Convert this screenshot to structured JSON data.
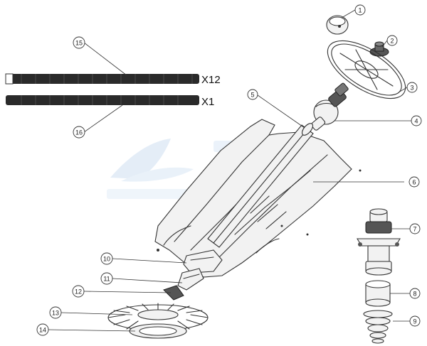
{
  "quantities": {
    "hose_15": "X12",
    "hose_16": "X1"
  },
  "callouts": [
    {
      "id": "1",
      "label": "1"
    },
    {
      "id": "2",
      "label": "2"
    },
    {
      "id": "3",
      "label": "3"
    },
    {
      "id": "4",
      "label": "4"
    },
    {
      "id": "5",
      "label": "5"
    },
    {
      "id": "6",
      "label": "6"
    },
    {
      "id": "7",
      "label": "7"
    },
    {
      "id": "8",
      "label": "8"
    },
    {
      "id": "9",
      "label": "9"
    },
    {
      "id": "10",
      "label": "10"
    },
    {
      "id": "11",
      "label": "11"
    },
    {
      "id": "12",
      "label": "12"
    },
    {
      "id": "13",
      "label": "13"
    },
    {
      "id": "14",
      "label": "14"
    },
    {
      "id": "15",
      "label": "15"
    },
    {
      "id": "16",
      "label": "16"
    }
  ],
  "colors": {
    "line": "#333333",
    "watermark": "#cfe0f2"
  }
}
